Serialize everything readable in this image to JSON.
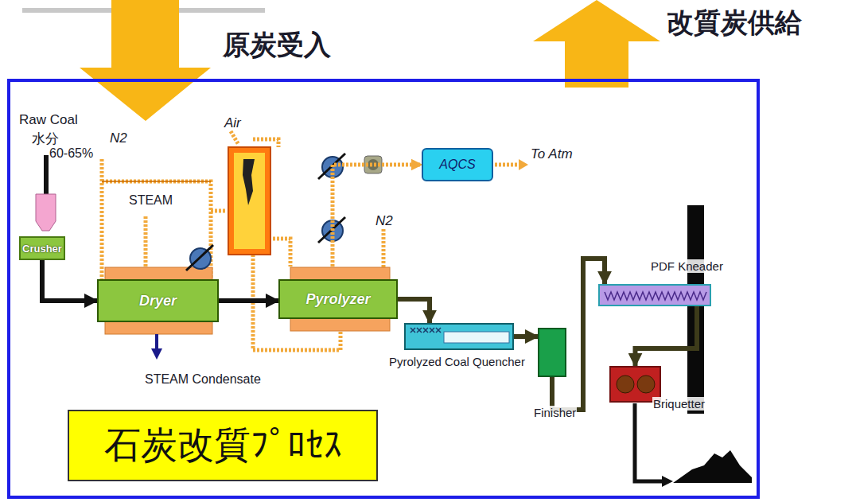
{
  "diagram": {
    "nodes": [
      {
        "text": [
          "Crusher"
        ]
      },
      {
        "text": [
          "Dryer"
        ]
      },
      {
        "text": [
          "Pyrolyzer"
        ]
      },
      {
        "text": [
          "AQCS"
        ]
      },
      {
        "text": [
          "Pyrolyzed Coal Quencher"
        ]
      },
      {
        "text": [
          "Finisher"
        ]
      },
      {
        "text": [
          "PDF Kneader"
        ]
      },
      {
        "text": [
          "Briquetter"
        ]
      },
      {
        "text": [
          "石炭改質ﾌﾟﾛｾｽ"
        ]
      }
    ],
    "edges": [
      {
        "from": 0,
        "to": 1,
        "arrow": "to"
      },
      {
        "from": 1,
        "to": 2,
        "arrow": "to"
      },
      {
        "from": 2,
        "to": 4,
        "arrow": "to"
      },
      {
        "from": 4,
        "to": 5,
        "arrow": "to"
      },
      {
        "from": 5,
        "to": 6,
        "arrow": "to"
      },
      {
        "from": 6,
        "to": 7,
        "arrow": "to"
      },
      {
        "from": 2,
        "to": 3,
        "arrow": "to"
      }
    ],
    "labels": [
      "原炭受入",
      "改質炭供給",
      "Raw Coal",
      "水分",
      "60-65%",
      "N2",
      "Air",
      "STEAM",
      "STEAM Condensate",
      "N2",
      "To Atm"
    ]
  }
}
